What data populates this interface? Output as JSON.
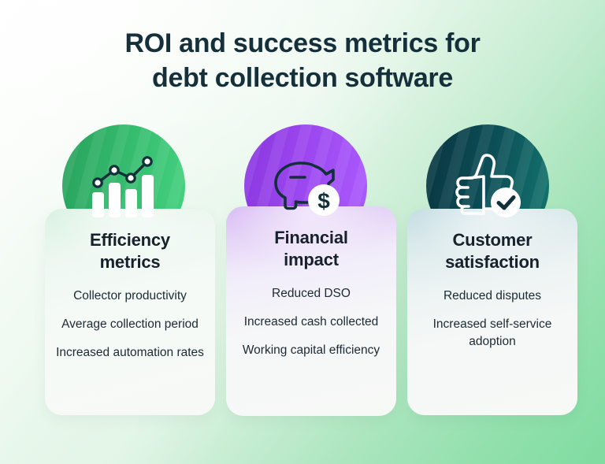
{
  "title": {
    "line1": "ROI and success metrics for",
    "line2": "debt collection software"
  },
  "colors": {
    "title_text": "#15303a",
    "body_text": "#1c2a33",
    "background_start": "#fdfefd",
    "background_end": "#7fdca0",
    "circle_green_start": "#28a05c",
    "circle_green_end": "#45d480",
    "circle_purple_start": "#8a37e0",
    "circle_purple_end": "#ac5bff",
    "circle_teal_start": "#09353f",
    "circle_teal_end": "#14776f",
    "card_surface": "#f7f9f7"
  },
  "cards": [
    {
      "icon": "bar-chart-trend-icon",
      "icon_circle_color": "#33b86c",
      "title": "Efficiency metrics",
      "title_line1": "Efficiency",
      "title_line2": "metrics",
      "items": [
        "Collector productivity",
        "Average collection period",
        "Increased automation rates"
      ]
    },
    {
      "icon": "piggy-bank-dollar-icon",
      "icon_circle_color": "#9a45ee",
      "title": "Financial impact",
      "title_line1": "Financial",
      "title_line2": "impact",
      "items": [
        "Reduced DSO",
        "Increased cash collected",
        "Working capital efficiency"
      ]
    },
    {
      "icon": "thumbs-up-check-icon",
      "icon_circle_color": "#0c4e57",
      "title": "Customer satisfaction",
      "title_line1": "Customer",
      "title_line2": "satisfaction",
      "items": [
        "Reduced disputes",
        "Increased self-service adoption"
      ]
    }
  ]
}
